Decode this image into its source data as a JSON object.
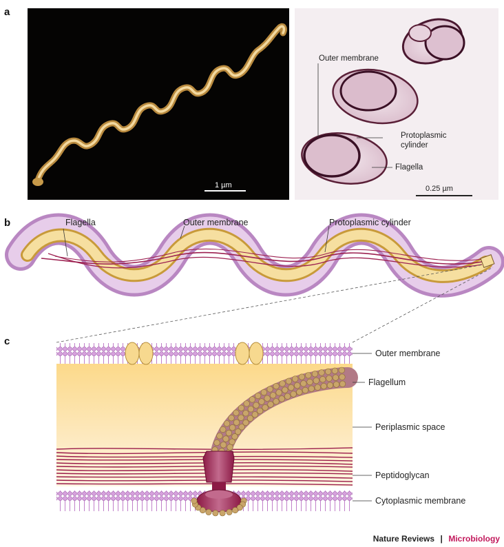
{
  "panels": {
    "a": {
      "letter": "a",
      "scalebar_left": "1 µm",
      "scalebar_right": "0.25 µm",
      "labels": {
        "outer_membrane": "Outer membrane",
        "protoplasmic_1": "Protoplasmic",
        "protoplasmic_2": "cylinder",
        "flagella": "Flagella"
      }
    },
    "b": {
      "letter": "b",
      "labels": {
        "flagella": "Flagella",
        "outer_membrane": "Outer membrane",
        "protoplasmic_cylinder": "Protoplasmic cylinder"
      }
    },
    "c": {
      "letter": "c",
      "labels": {
        "outer_membrane": "Outer membrane",
        "flagellum": "Flagellum",
        "periplasmic_space": "Periplasmic space",
        "peptidoglycan": "Peptidoglycan",
        "cytoplasmic_membrane": "Cytoplasmic membrane"
      }
    }
  },
  "credit": {
    "journal": "Nature Reviews",
    "separator": "|",
    "section": "Microbiology"
  },
  "colors": {
    "membrane_purple": "#b987c2",
    "membrane_light": "#e7cdea",
    "cylinder_yellow": "#f6dfa0",
    "flagella_red": "#9c2050",
    "periplasm_top": "#fbd98d",
    "peptidoglycan": "#9a1c4a",
    "beads": "#c9a56a"
  }
}
